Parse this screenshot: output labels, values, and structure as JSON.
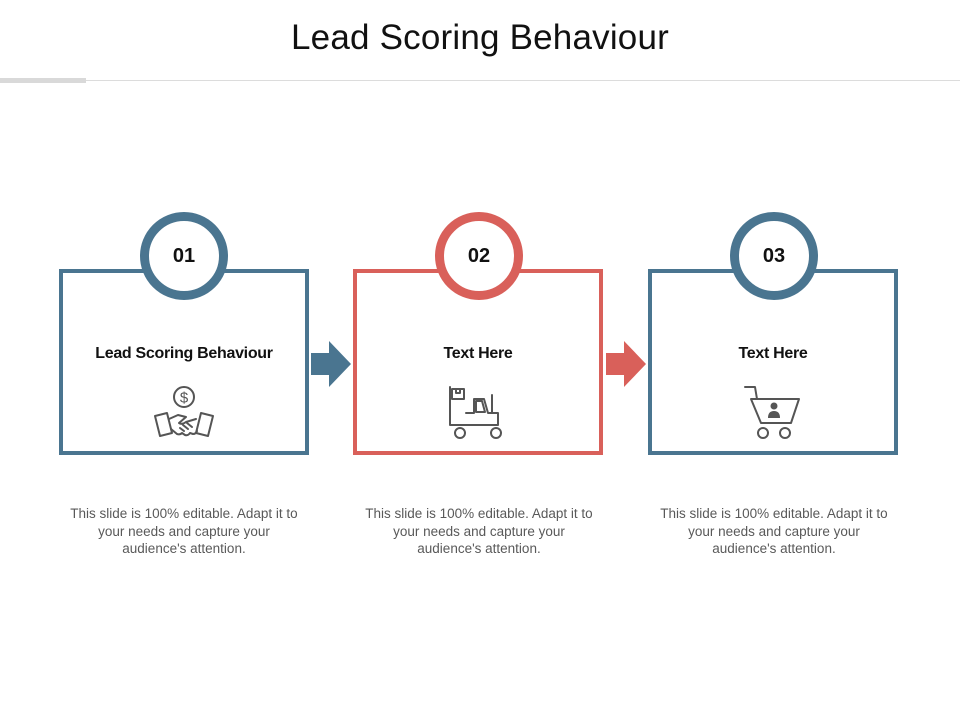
{
  "slide": {
    "title": "Lead Scoring Behaviour"
  },
  "steps": [
    {
      "number": "01",
      "title": "Lead Scoring Behaviour",
      "icon": "handshake-dollar-icon",
      "accent": "#4a7590",
      "description": "This slide is 100% editable. Adapt it to your needs and capture your audience's attention."
    },
    {
      "number": "02",
      "title": "Text Here",
      "icon": "forklift-icon",
      "accent": "#d9605a",
      "description": "This slide is 100% editable. Adapt it to your needs and capture your audience's attention."
    },
    {
      "number": "03",
      "title": "Text Here",
      "icon": "shopping-cart-icon",
      "accent": "#4a7590",
      "description": "This slide is 100% editable. Adapt it to your needs and capture your audience's attention."
    }
  ],
  "colors": {
    "blue": "#4a7590",
    "red": "#d9605a",
    "text": "#111111",
    "muted": "#595959"
  }
}
